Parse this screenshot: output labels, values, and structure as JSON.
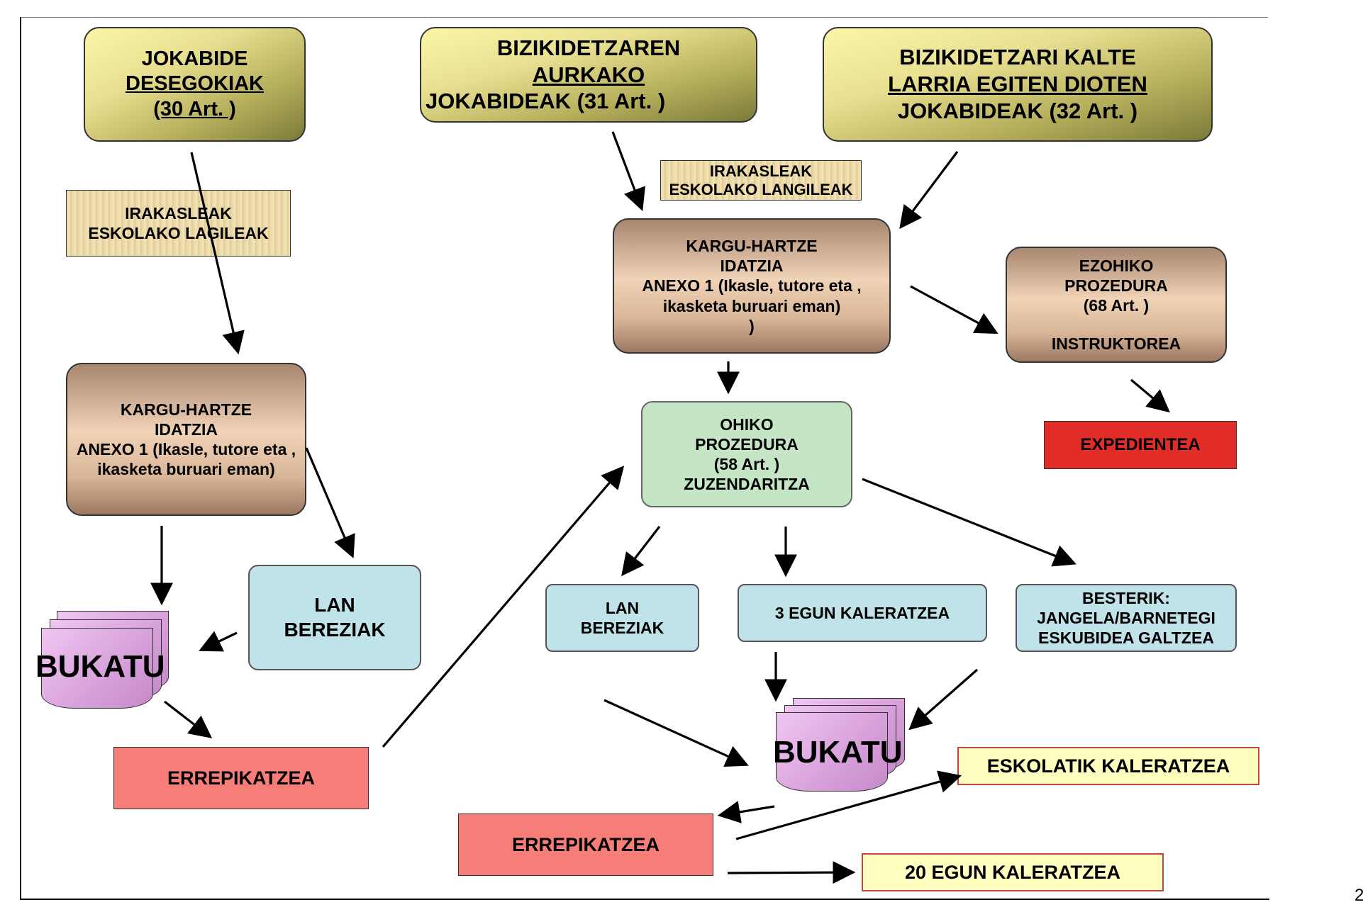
{
  "boxes": {
    "jokabide_desegokiak": {
      "l1": "JOKABIDE",
      "l2": "DESEGOKIAK",
      "l3": "(30 Art. )"
    },
    "aurkako": {
      "l1": "BIZIKIDETZAREN",
      "l2": "AURKAKO",
      "l3": "JOKABIDEAK (31 Art. )"
    },
    "kalte_larria": {
      "l1": "BIZIKIDETZARI KALTE",
      "l2": "LARRIA EGITEN DIOTEN",
      "l3": "JOKABIDEAK (32 Art. )"
    },
    "irakasleak_left": {
      "l1": "IRAKASLEAK",
      "l2": "ESKOLAKO LAGILEAK"
    },
    "irakasleak_mid": {
      "l1": "IRAKASLEAK",
      "l2": "ESKOLAKO LANGILEAK"
    },
    "kargu_mid": {
      "l1": "KARGU-HARTZE",
      "l2": "IDATZIA",
      "l3": "ANEXO 1 (Ikasle, tutore eta ,",
      "l4": "ikasketa buruari eman)",
      "l5": ")"
    },
    "kargu_left": {
      "l1": "KARGU-HARTZE",
      "l2": "IDATZIA",
      "l3": "ANEXO 1 (Ikasle, tutore eta ,",
      "l4": "ikasketa buruari eman)"
    },
    "ezohiko": {
      "l1": "EZOHIKO",
      "l2": "PROZEDURA",
      "l3": "(68 Art. )",
      "l4": "INSTRUKTOREA"
    },
    "expedientea": "EXPEDIENTEA",
    "ohiko": {
      "l1": "OHIKO",
      "l2": "PROZEDURA",
      "l3": "(58 Art. )",
      "l4": "ZUZENDARITZA"
    },
    "lan_left": {
      "l1": "LAN",
      "l2": "BEREZIAK"
    },
    "lan_mid": {
      "l1": "LAN",
      "l2": "BEREZIAK"
    },
    "egun3": "3 EGUN KALERATZEA",
    "besterik": {
      "l1": "BESTERIK:",
      "l2": "JANGELA/BARNETEGI",
      "l3": "ESKUBIDEA GALTZEA"
    },
    "bukatu_left": "BUKATU",
    "bukatu_mid": "BUKATU",
    "errepikatzea_left": "ERREPIKATZEA",
    "errepikatzea_mid": "ERREPIKATZEA",
    "eskolatik": "ESKOLATIK KALERATZEA",
    "egun20": "20 EGUN KALERATZEA"
  },
  "page_number": "2",
  "colors": {
    "repeat_box": "#f77e78",
    "expedient_box": "#e22c27",
    "procedure_box": "#c5e6c4",
    "measure_box": "#bfe3e8",
    "expulsion_box": "#ffffc0"
  }
}
